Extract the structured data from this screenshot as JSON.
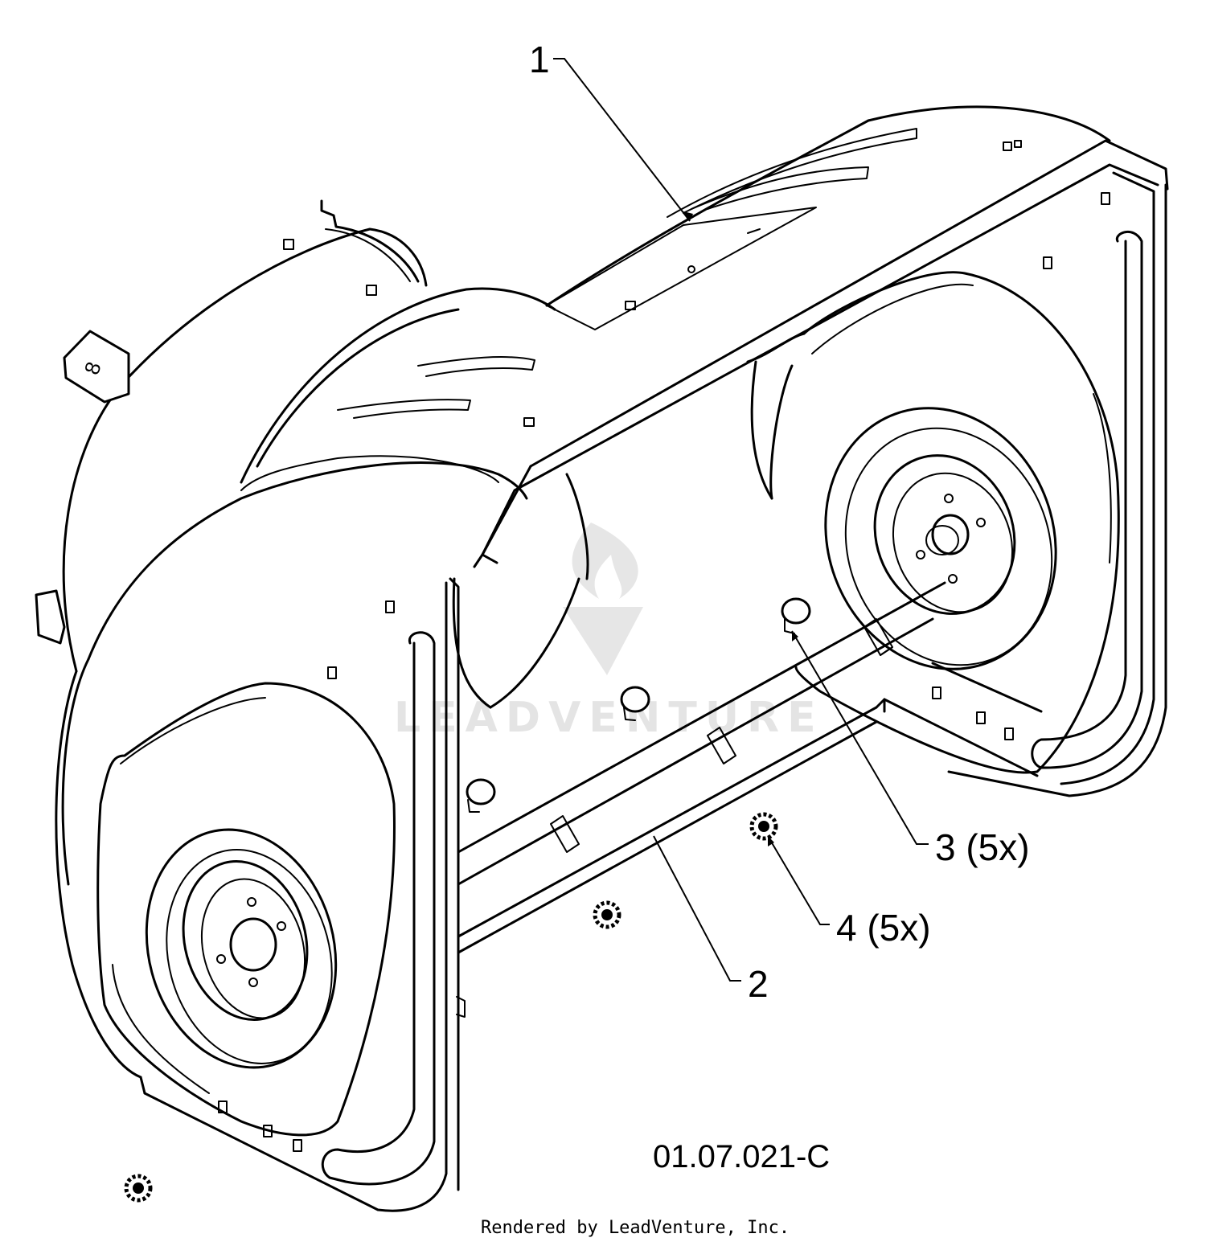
{
  "callouts": [
    {
      "id": "c1",
      "label": "1"
    },
    {
      "id": "c2",
      "label": "2"
    },
    {
      "id": "c3",
      "label": "3 (5x)"
    },
    {
      "id": "c4",
      "label": "4 (5x)"
    }
  ],
  "drawing_number": "01.07.021-C",
  "credit": "Rendered by LeadVenture, Inc.",
  "watermark": "LEADVENTURE",
  "colors": {
    "line": "#000000",
    "background": "#ffffff",
    "watermark": "#d9d9d9"
  }
}
